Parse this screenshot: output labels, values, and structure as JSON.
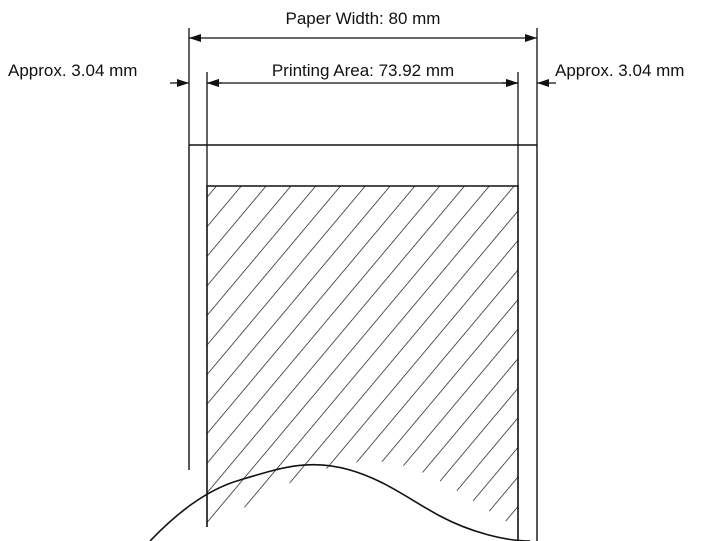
{
  "labels": {
    "paper_width": "Paper Width: 80 mm",
    "printing_area": "Printing Area: 73.92 mm",
    "left_margin": "Approx. 3.04 mm",
    "right_margin": "Approx. 3.04 mm"
  },
  "colors": {
    "line": "#111111",
    "background": "#ffffff"
  }
}
